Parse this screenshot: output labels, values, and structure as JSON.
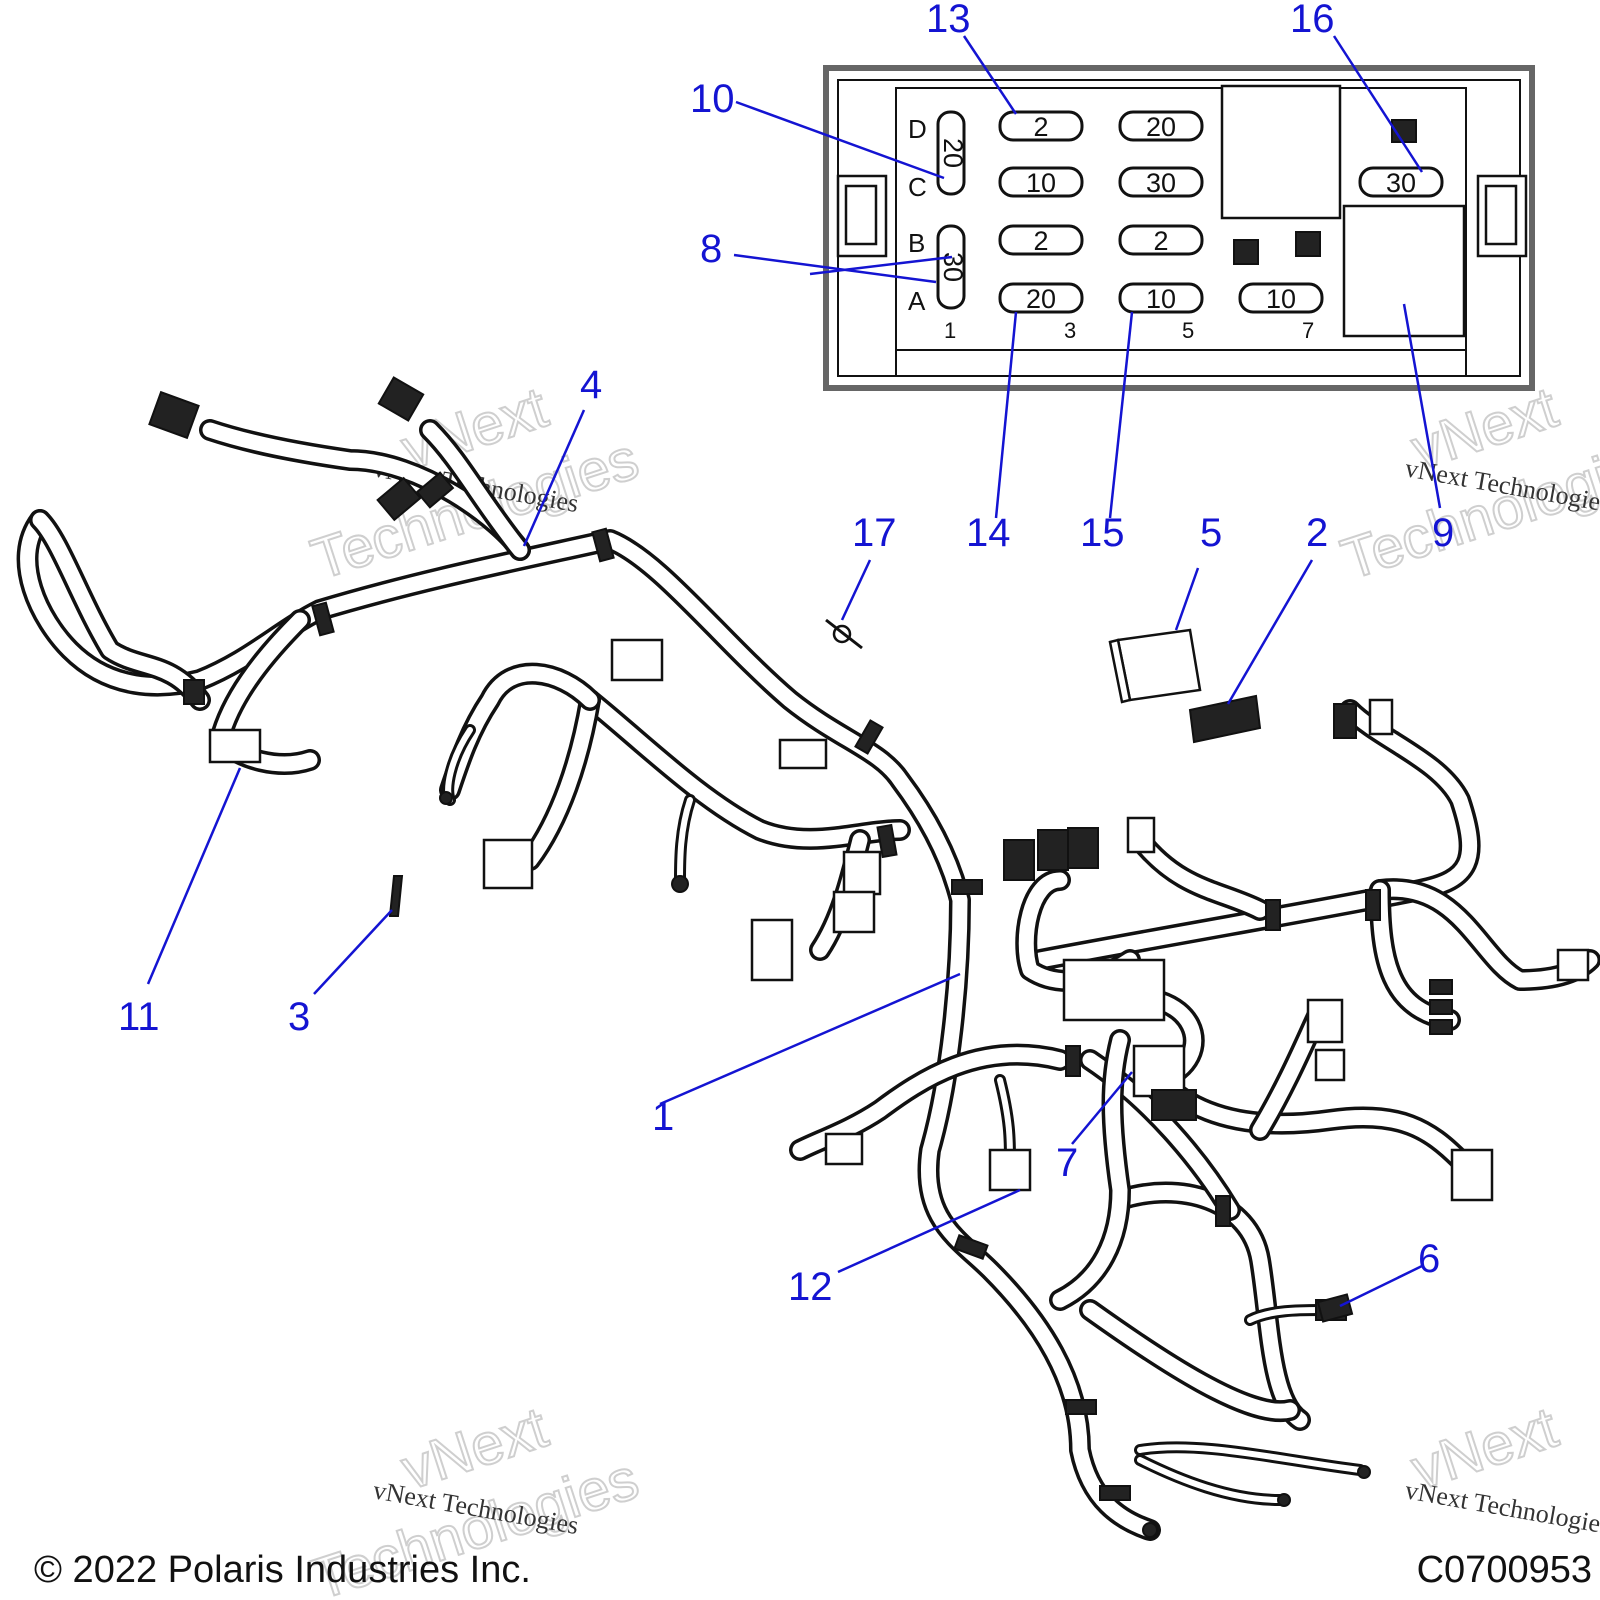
{
  "callouts": {
    "c1": "1",
    "c2": "2",
    "c3": "3",
    "c4": "4",
    "c5": "5",
    "c6": "6",
    "c7": "7",
    "c8": "8",
    "c9": "9",
    "c10": "10",
    "c11": "11",
    "c12": "12",
    "c13": "13",
    "c14": "14",
    "c15": "15",
    "c16": "16",
    "c17": "17"
  },
  "fuse_box": {
    "row_labels": [
      "D",
      "C",
      "B",
      "A"
    ],
    "column_labels": [
      "1",
      "3",
      "5",
      "7"
    ],
    "fuses": {
      "vertical_top": "20",
      "vertical_bottom": "30",
      "d1": "2",
      "d2": "20",
      "c1": "10",
      "c2": "30",
      "c3": "30",
      "b1": "2",
      "b2": "2",
      "a1": "20",
      "a2": "10",
      "a3": "10"
    }
  },
  "watermarks": {
    "brand": "vNext",
    "brand_full": "vNext Technologies",
    "brand_word": "Technologies"
  },
  "footer": {
    "copyright": "© 2022 Polaris Industries Inc.",
    "figure_code": "C0700953"
  },
  "colors": {
    "callout": "#1414d2",
    "line_art": "#111111",
    "background": "#ffffff"
  }
}
